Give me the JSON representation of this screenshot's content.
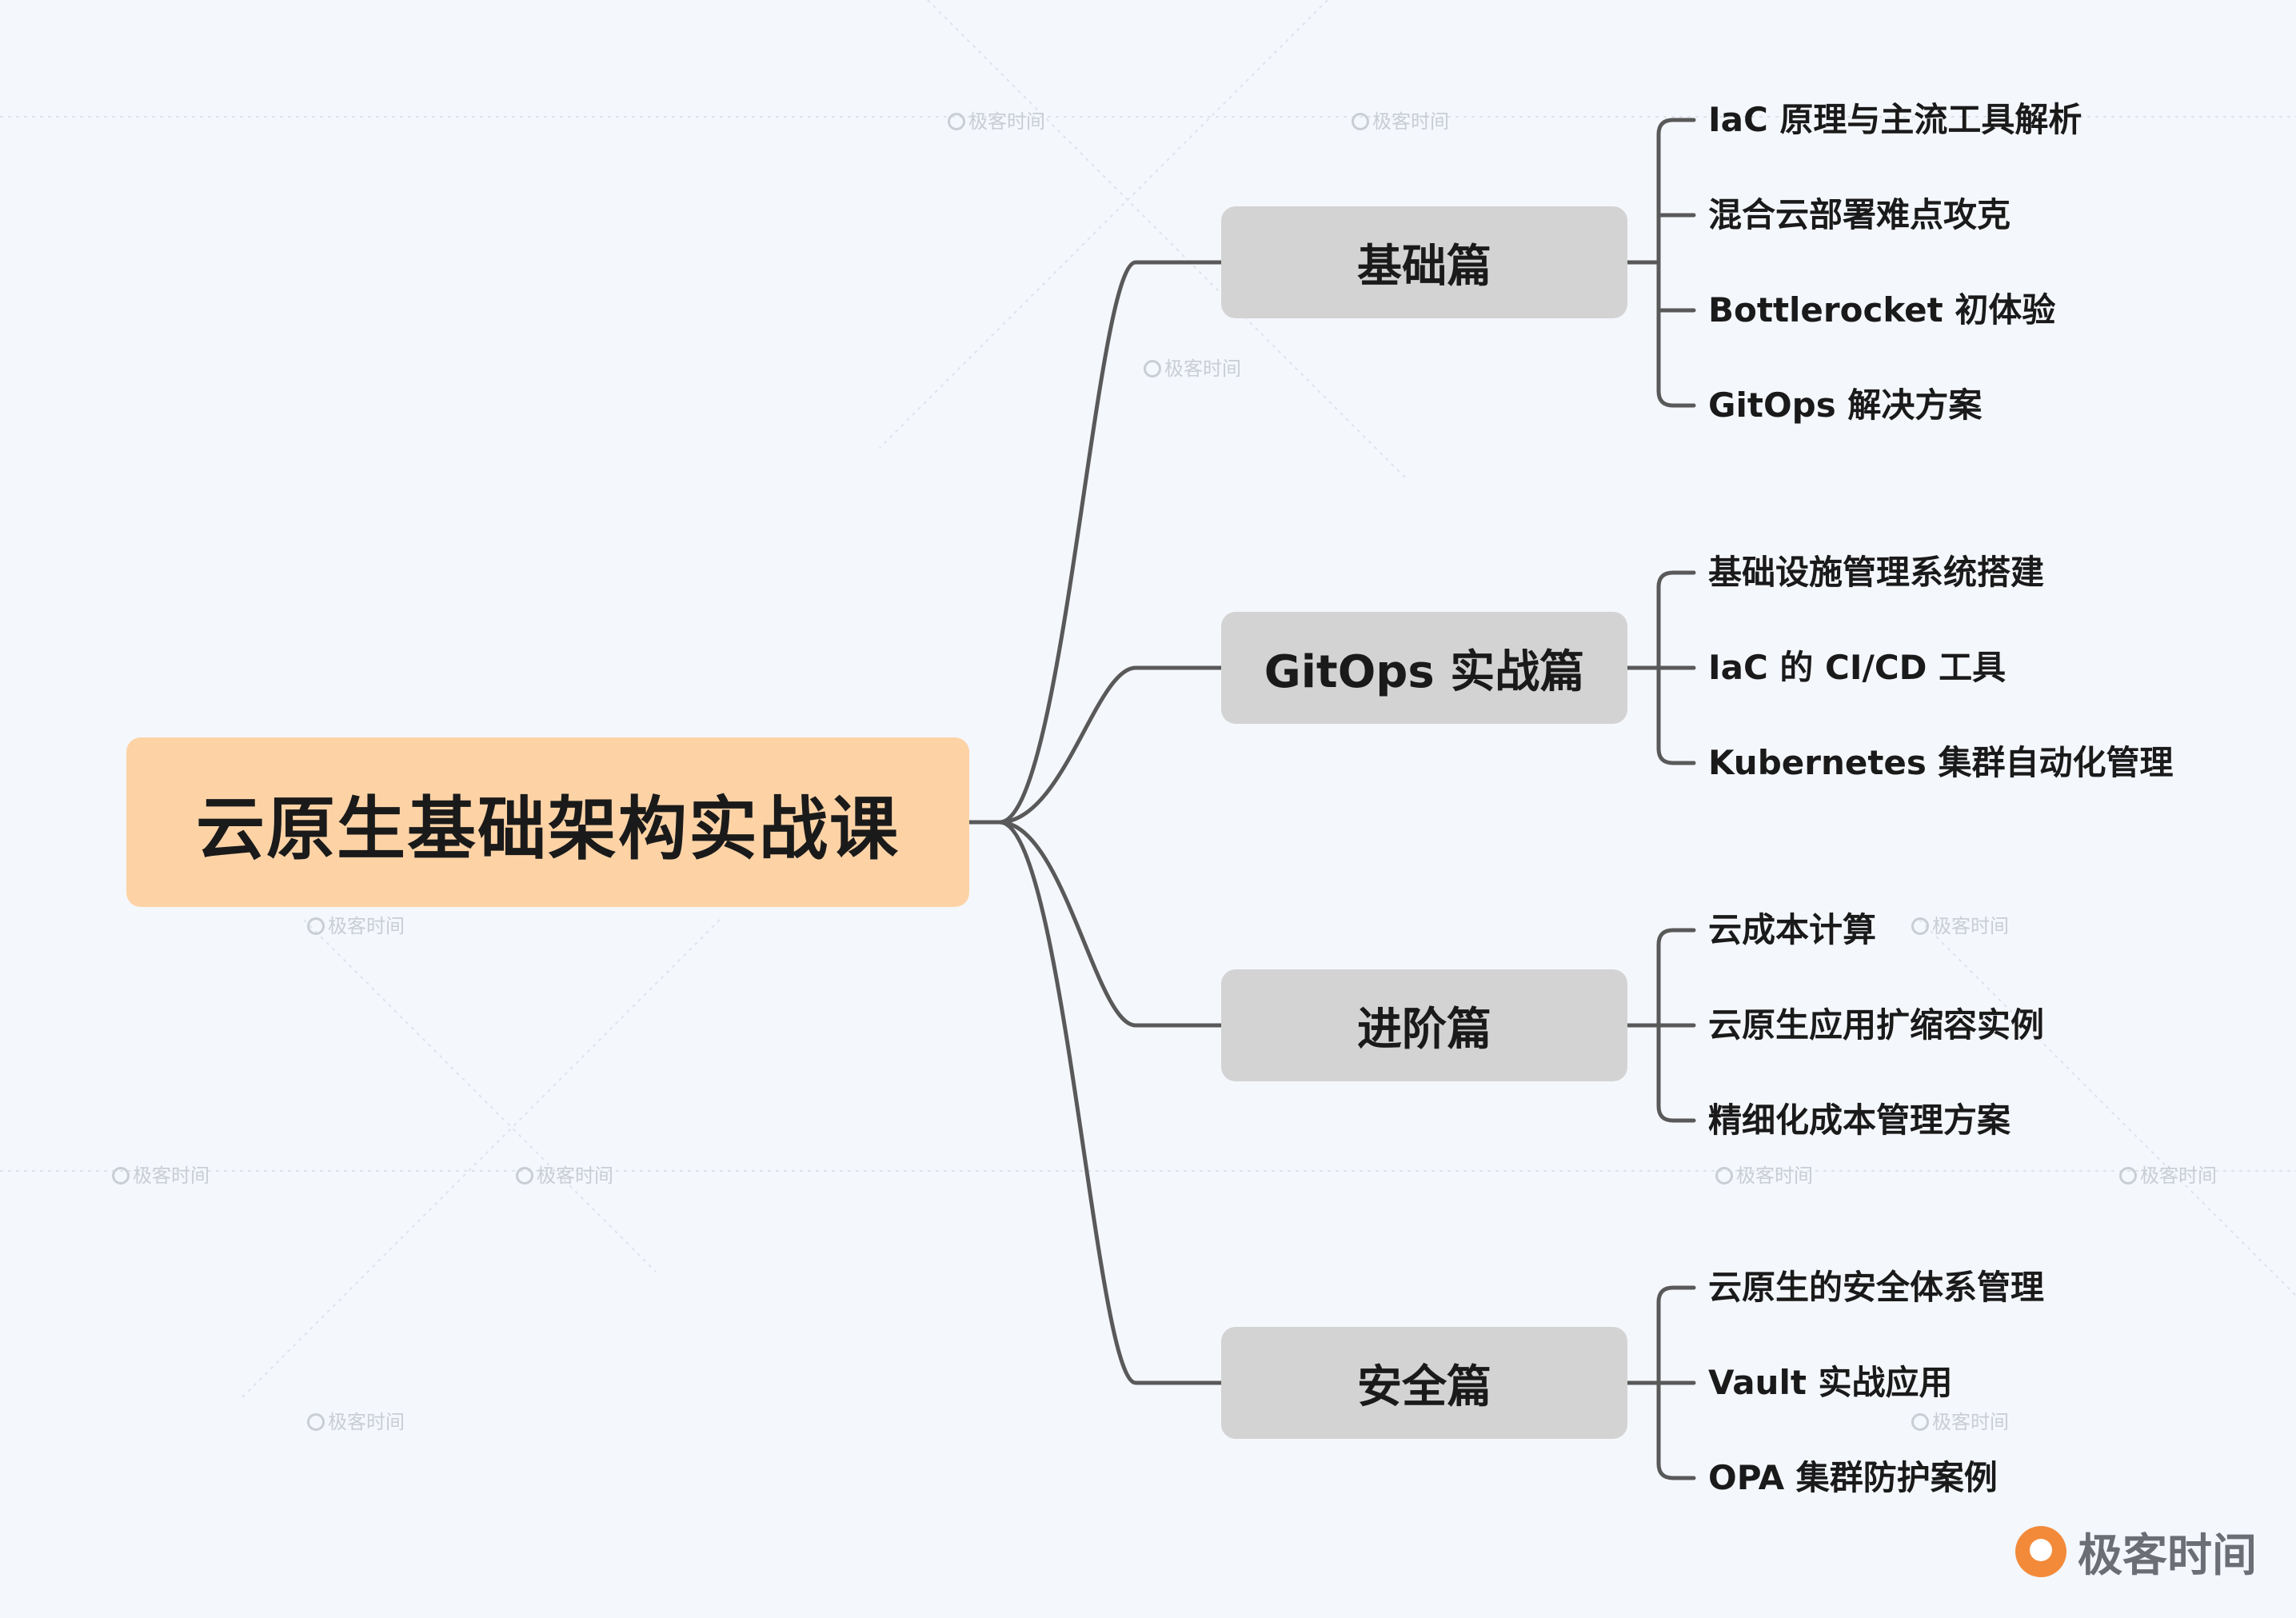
{
  "colors": {
    "background": "#f4f7fc",
    "root_fill": "#fdd3a6",
    "branch_fill": "#d3d3d3",
    "connector": "#595959",
    "logo_accent": "#f28a3a"
  },
  "root": {
    "label": "云原生基础架构实战课"
  },
  "branches": [
    {
      "label": "基础篇",
      "leaves": [
        "IaC 原理与主流工具解析",
        "混合云部署难点攻克",
        "Bottlerocket 初体验",
        "GitOps 解决方案"
      ]
    },
    {
      "label": "GitOps 实战篇",
      "leaves": [
        "基础设施管理系统搭建",
        "IaC 的 CI/CD 工具",
        "Kubernetes 集群自动化管理"
      ]
    },
    {
      "label": "进阶篇",
      "leaves": [
        "云成本计算",
        "云原生应用扩缩容实例",
        "精细化成本管理方案"
      ]
    },
    {
      "label": "安全篇",
      "leaves": [
        "云原生的安全体系管理",
        "Vault 实战应用",
        "OPA 集群防护案例"
      ]
    }
  ],
  "watermark": {
    "label": "极客时间",
    "icon": "geektime-logo-icon"
  },
  "logo": {
    "label": "极客时间",
    "icon": "geektime-logo-icon"
  }
}
